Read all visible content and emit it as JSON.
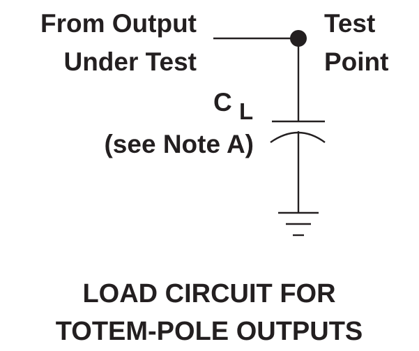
{
  "labels": {
    "source_line1": "From Output",
    "source_line2": "Under Test",
    "test_line1": "Test",
    "test_line2": "Point",
    "cap_symbol": "C",
    "cap_subscript": "L",
    "cap_note": "(see Note A)"
  },
  "caption": {
    "line1": "LOAD CIRCUIT FOR",
    "line2": "TOTEM-POLE OUTPUTS"
  }
}
